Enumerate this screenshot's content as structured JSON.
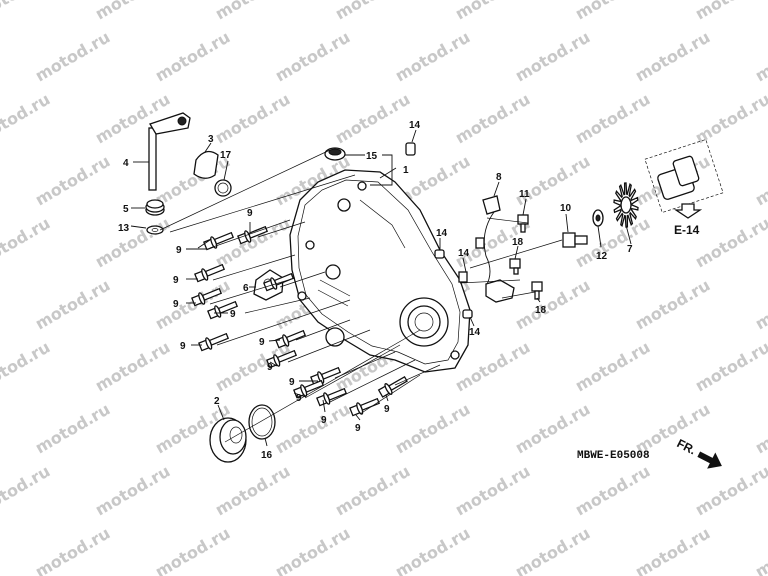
{
  "watermark": "motod.ru",
  "diagram_code": "MBWE-E05008",
  "direction_label": "FR.",
  "reference_label": "E-14",
  "callouts": {
    "c1": "1",
    "c2": "2",
    "c3": "3",
    "c4": "4",
    "c5": "5",
    "c6": "6",
    "c7": "7",
    "c8": "8",
    "c9": "9",
    "c10": "10",
    "c11": "11",
    "c12": "12",
    "c13": "13",
    "c14": "14",
    "c15": "15",
    "c16": "16",
    "c17": "17",
    "c18": "18"
  }
}
